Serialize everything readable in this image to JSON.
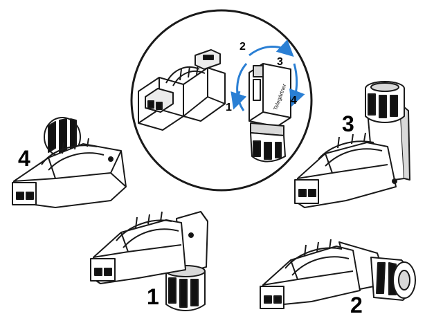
{
  "diagram": {
    "labels": {
      "pos1": "1",
      "pos2": "2",
      "pos3": "3",
      "pos4": "4"
    },
    "inset": {
      "arrow_labels": [
        "1",
        "2",
        "3",
        "4"
      ],
      "body_text": "Telegärtner"
    },
    "colors": {
      "outline": "#1a1a1a",
      "fill": "#ffffff",
      "shade": "#d9d9d9",
      "dark": "#111111",
      "arrow": "#2a7fd4"
    },
    "icons": {
      "connector": "rj45-connector-icon",
      "rotation": "rotation-arrow-icon"
    }
  }
}
